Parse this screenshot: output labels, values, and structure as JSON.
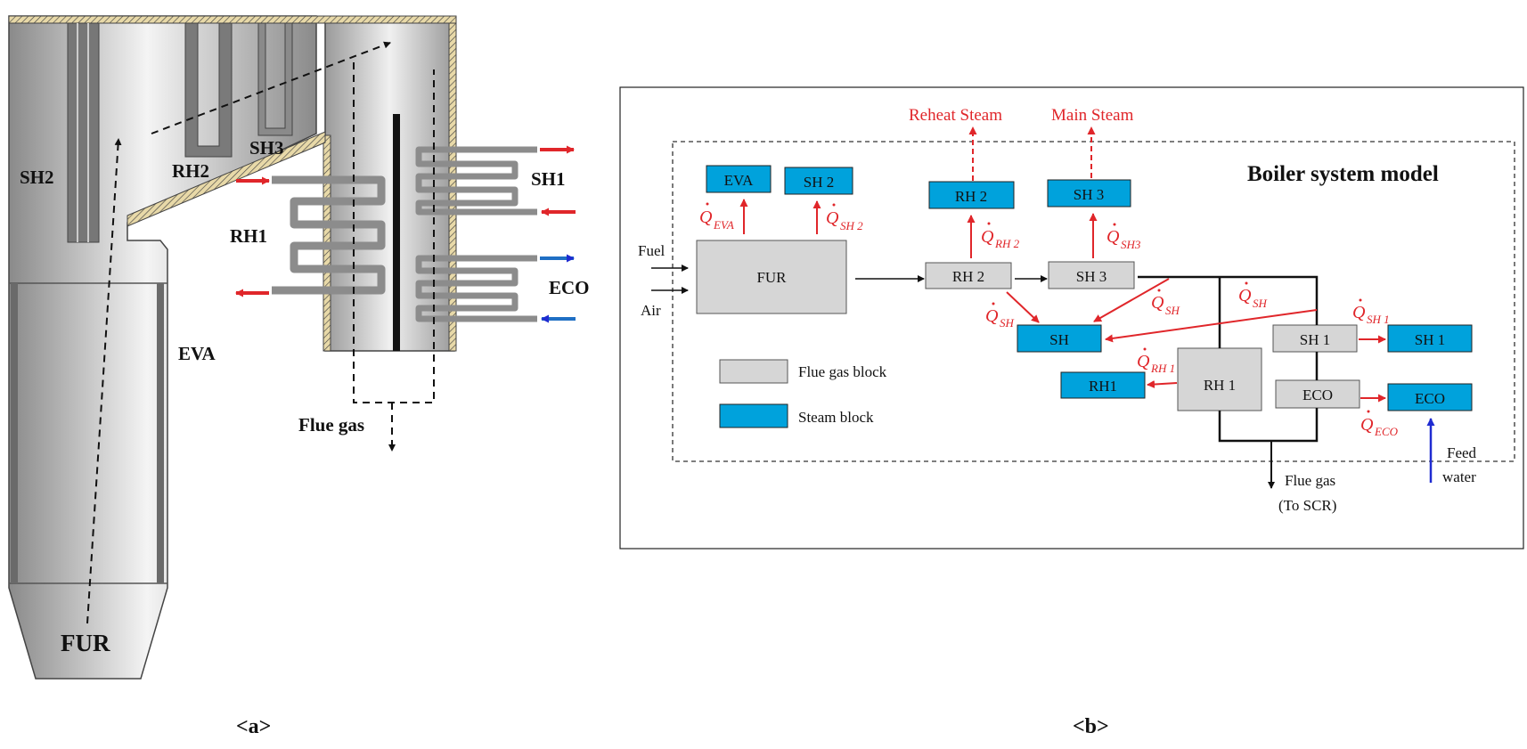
{
  "panel_a": {
    "caption": "<a>",
    "labels": {
      "sh2": "SH2",
      "rh2": "RH2",
      "sh3": "SH3",
      "sh1": "SH1",
      "rh1": "RH1",
      "eco": "ECO",
      "eva": "EVA",
      "fur": "FUR",
      "flue_gas": "Flue gas"
    }
  },
  "panel_b": {
    "caption": "<b>",
    "title": "Boiler system model",
    "outputs": {
      "reheat_steam": "Reheat Steam",
      "main_steam": "Main Steam"
    },
    "inputs": {
      "fuel": "Fuel",
      "air": "Air",
      "feed": "Feed",
      "water": "water"
    },
    "flue_gas_out": {
      "line1": "Flue gas",
      "line2": "(To SCR)"
    },
    "legend": {
      "flue_gas_block": "Flue gas block",
      "steam_block": "Steam block"
    },
    "flue_gas_blocks": {
      "fur": "FUR",
      "rh2": "RH 2",
      "sh3": "SH 3",
      "sh1": "SH 1",
      "rh1": "RH 1",
      "eco": "ECO"
    },
    "steam_blocks": {
      "eva": "EVA",
      "sh2": "SH 2",
      "rh2": "RH 2",
      "sh3": "SH 3",
      "sh": "SH",
      "rh1": "RH1",
      "sh1": "SH 1",
      "eco": "ECO"
    },
    "heat_flows": {
      "symbol": "Q",
      "eva": "EVA",
      "sh2": "SH 2",
      "rh2": "RH 2",
      "sh3": "SH3",
      "sh_a": "SH",
      "sh_b": "SH",
      "sh_c": "SH",
      "sh1": "SH 1",
      "rh1": "RH 1",
      "eco": "ECO"
    },
    "colors": {
      "steam_block": "#00a2dc",
      "flue_gas_block": "#d6d6d6",
      "heat_arrow": "#e0262a",
      "feed_arrow": "#1f2bd1"
    }
  }
}
